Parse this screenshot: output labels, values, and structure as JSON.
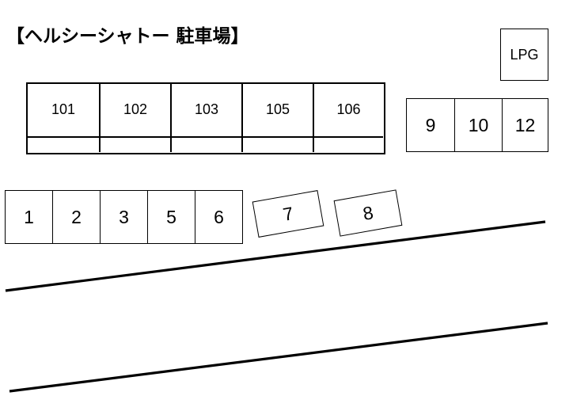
{
  "title": "【ヘルシーシャトー 駐車場】",
  "lpg_label": "LPG",
  "apartment_spaces": [
    "101",
    "102",
    "103",
    "105",
    "106"
  ],
  "right_spaces": [
    "9",
    "10",
    "12"
  ],
  "lower_spaces": [
    "1",
    "2",
    "3",
    "5",
    "6"
  ],
  "angled_spaces": [
    "7",
    "8"
  ]
}
